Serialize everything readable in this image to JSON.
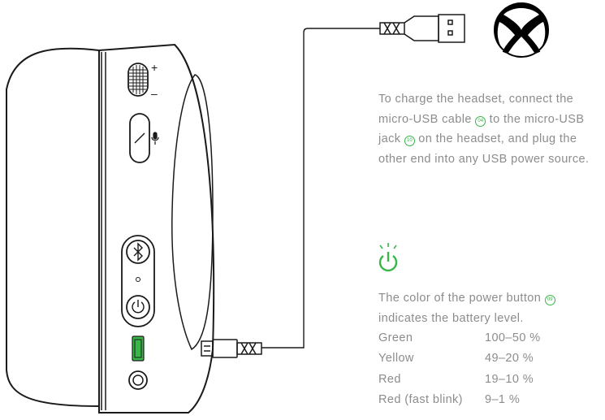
{
  "charge_instructions": {
    "line1": "To charge the headset, connect the",
    "line2_pre": "micro-USB cable",
    "callout_cable": "04",
    "line2_post": "to the micro-USB",
    "line3_pre": "jack",
    "callout_jack": "10",
    "line3_post": "on the headset, and plug the",
    "line4": "other end into any USB power source."
  },
  "battery": {
    "intro_line1_pre": "The color of the power button",
    "callout_button": "09",
    "intro_line2": "indicates the battery level.",
    "levels": [
      {
        "color": "Green",
        "range": "100–50 %"
      },
      {
        "color": "Yellow",
        "range": "49–20 %"
      },
      {
        "color": "Red",
        "range": "19–10 %"
      },
      {
        "color": "Red (fast blink)",
        "range": "9–1 %"
      }
    ]
  },
  "headset_controls": {
    "volume_plus": "+",
    "volume_minus": "–"
  },
  "colors": {
    "accent_green": "#39b54a",
    "text_gray": "#8c8c8c",
    "line_art": "#1a1a1a"
  },
  "icons": [
    "xbox-logo",
    "bluetooth-icon",
    "microphone-icon",
    "power-icon",
    "micro-usb-port",
    "usb-a-plug",
    "micro-usb-plug"
  ]
}
